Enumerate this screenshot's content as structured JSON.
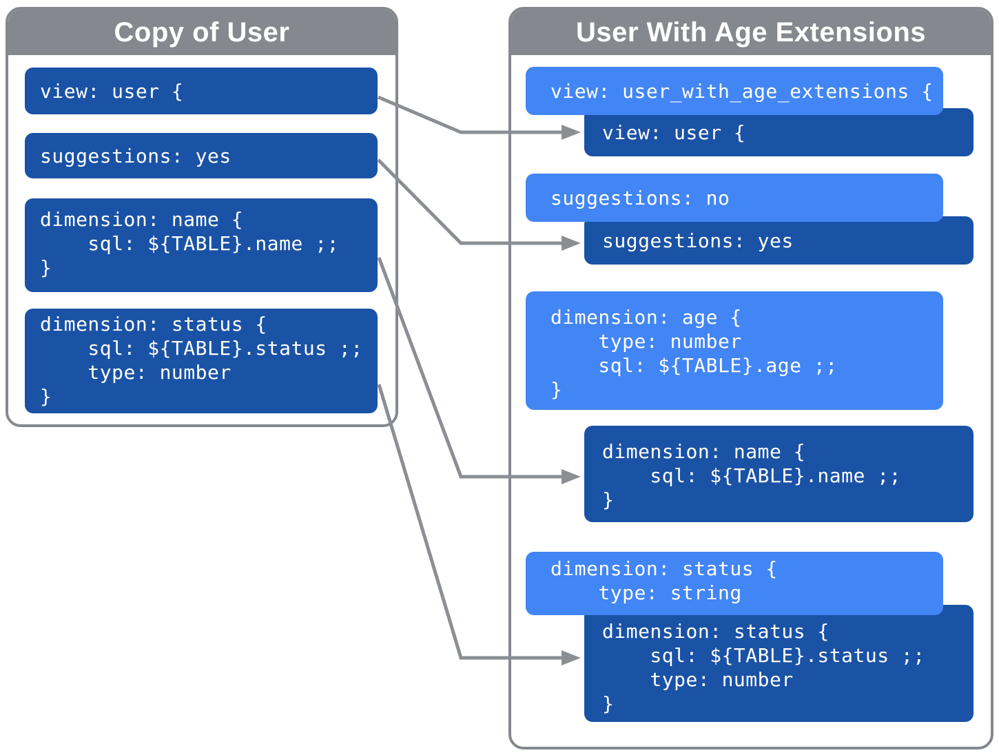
{
  "left_panel": {
    "title": "Copy of User",
    "blocks": {
      "view": {
        "lines": [
          "view: user {"
        ]
      },
      "suggestions": {
        "lines": [
          "suggestions: yes"
        ]
      },
      "dimension_name": {
        "lines": [
          "dimension: name {",
          "    sql: ${TABLE}.name ;;",
          "}"
        ]
      },
      "dimension_status": {
        "lines": [
          "dimension: status {",
          "    sql: ${TABLE}.status ;;",
          "    type: number",
          "}"
        ]
      }
    }
  },
  "right_panel": {
    "title": "User With Age Extensions",
    "blocks": {
      "view_extension": {
        "lines": [
          "view: user_with_age_extensions {"
        ]
      },
      "view_inherited": {
        "lines": [
          "view: user {"
        ]
      },
      "suggestions_override": {
        "lines": [
          "suggestions: no"
        ]
      },
      "suggestions_inherited": {
        "lines": [
          "suggestions: yes"
        ]
      },
      "dimension_age": {
        "lines": [
          "dimension: age {",
          "    type: number",
          "    sql: ${TABLE}.age ;;",
          "}"
        ]
      },
      "dimension_name_inherited": {
        "lines": [
          "dimension: name {",
          "    sql: ${TABLE}.name ;;",
          "}"
        ]
      },
      "dimension_status_override": {
        "lines": [
          "dimension: status {",
          "    type: string"
        ]
      },
      "dimension_status_inherited": {
        "lines": [
          "dimension: status {",
          "    sql: ${TABLE}.status ;;",
          "    type: number",
          "}"
        ]
      }
    }
  },
  "colors": {
    "dark_blue": "#1A52A5",
    "light_blue": "#4285F4",
    "header_gray": "#85888E",
    "arrow_gray": "#8B8F93",
    "text_white": "#FFFFFF"
  }
}
